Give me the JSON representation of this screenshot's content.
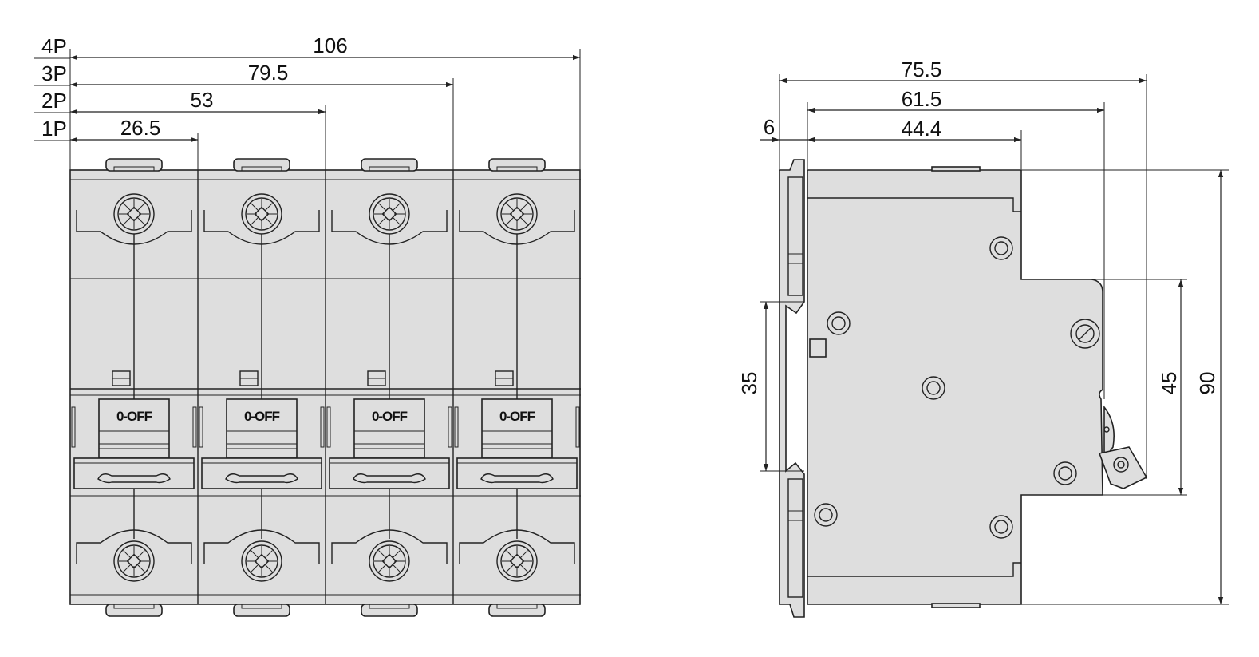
{
  "front_view": {
    "poles": [
      {
        "label": "4P",
        "width": "106"
      },
      {
        "label": "3P",
        "width": "79.5"
      },
      {
        "label": "2P",
        "width": "53"
      },
      {
        "label": "1P",
        "width": "26.5"
      }
    ],
    "switch_label": "0-OFF"
  },
  "side_view": {
    "widths": {
      "total": "75.5",
      "mid": "61.5",
      "front": "44.4",
      "offset": "6"
    },
    "heights": {
      "rail": "35",
      "front": "45",
      "total": "90"
    }
  },
  "colors": {
    "body": "#dedede",
    "line": "#222222"
  }
}
